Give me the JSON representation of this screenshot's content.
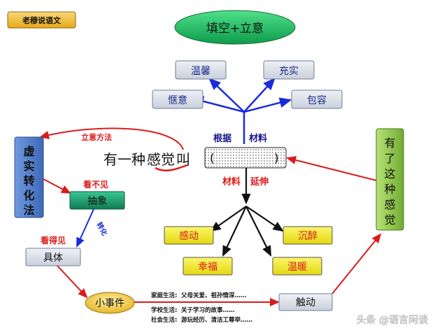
{
  "badge": "老穆说语文",
  "topic": "填空+立意",
  "emotions_upper": {
    "wenxin": "温馨",
    "chongshi": "充实",
    "qieyi": "惬意",
    "baorong": "包容"
  },
  "emotions_lower": {
    "gandong": "感动",
    "chenzui": "沉醉",
    "xingfu": "幸福",
    "wennuan": "温暖"
  },
  "sentence": {
    "prefix": "有一种",
    "keyword": "感觉",
    "suffix": "叫",
    "open_bracket": "(",
    "close_bracket": ")"
  },
  "labels": {
    "genju": "根据",
    "cailiao_top": "材料",
    "cailiao_bottom": "材料",
    "yanshen": "延伸",
    "liyi_method": "立意方法",
    "kanbujian": "看不见",
    "kandejian": "看得见",
    "zhuanhua": "转化"
  },
  "method_box": [
    "虚",
    "实",
    "转",
    "化",
    "法"
  ],
  "boxes": {
    "chouxiang": "抽象",
    "juti": "具体",
    "xiaoshijian": "小事件",
    "chudong": "触动"
  },
  "feeling_box": [
    "有",
    "了",
    "这",
    "种",
    "感",
    "觉"
  ],
  "life_examples": [
    {
      "label": "家庭生活:",
      "text": "父母关爱、祖孙情深……"
    },
    {
      "label": "学校生活:",
      "text": "关于学习的故事……"
    },
    {
      "label": "社会生活:",
      "text": "游玩经历、清洁工尊举……"
    }
  ],
  "watermark": "头条 @语言闲谈",
  "colors": {
    "accent_red": "#dd1a1a",
    "arrow_blue": "#1a2bdc",
    "label_blue": "#14148c",
    "highlight_yellow": "#f0ea18"
  }
}
